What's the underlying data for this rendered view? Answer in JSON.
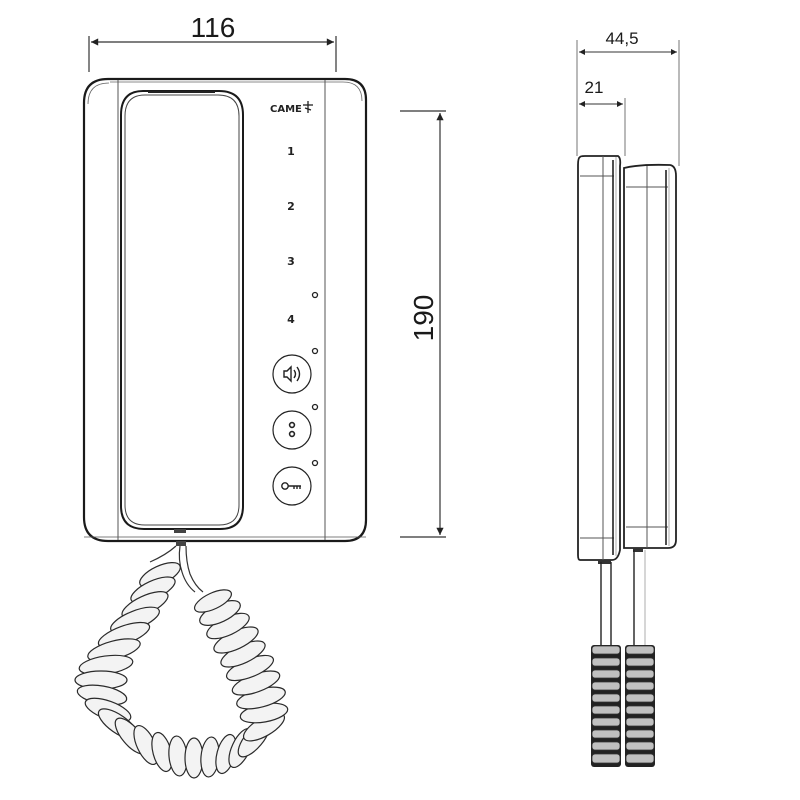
{
  "diagram": {
    "type": "technical-dimension-drawing",
    "subject": "intercom handset (front and side views)",
    "colors": {
      "line": "#1a1a1a",
      "thin_line": "#555555",
      "dim_line": "#333333",
      "cord_fill": "#f2f2f2",
      "cord_side_fill": "#bdbdbd"
    },
    "front_view": {
      "brand_label": "CAME",
      "brand_icon": "came-logo-icon",
      "call_buttons": [
        {
          "label": "1"
        },
        {
          "label": "2"
        },
        {
          "label": "3"
        },
        {
          "label": "4"
        }
      ],
      "function_buttons": [
        {
          "name": "speaker-button",
          "icon": "speaker-icon"
        },
        {
          "name": "auxiliary-button",
          "icon": "two-dots-icon"
        },
        {
          "name": "door-lock-button",
          "icon": "key-icon"
        }
      ],
      "led_indicators": 4,
      "dimensions": {
        "width": "116",
        "height": "190"
      }
    },
    "side_view": {
      "dimensions": {
        "total_depth": "44,5",
        "handset_depth": "21"
      }
    }
  }
}
